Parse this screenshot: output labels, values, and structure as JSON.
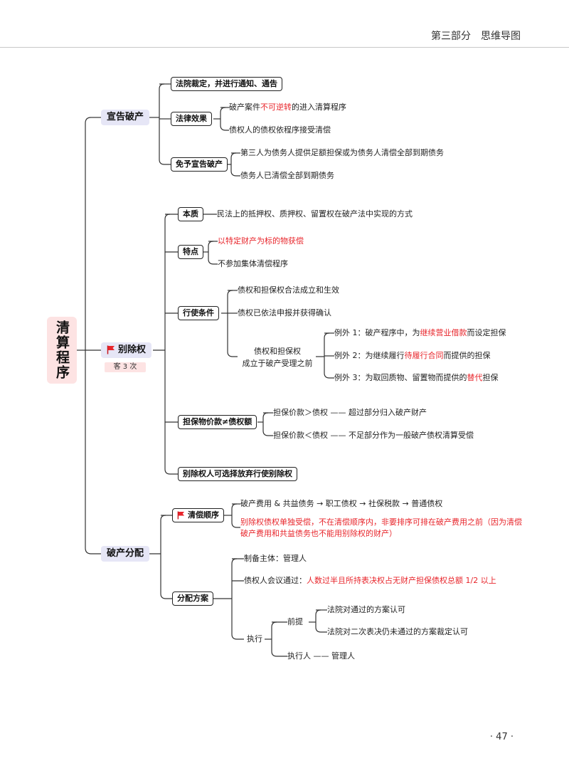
{
  "header": {
    "title": "第三部分　思维导图"
  },
  "page_number": "· 47 ·",
  "root": "清算程序",
  "b1": {
    "label": "宣告破产",
    "n1": "法院裁定，并进行通知、通告",
    "n2": "法律效果",
    "n2a": {
      "pre": "破产案件",
      "red": "不可逆转",
      "post": "的进入清算程序"
    },
    "n2b": "债权人的债权依程序接受清偿",
    "n3": "免予宣告破产",
    "n3a": "第三人为债务人提供足额担保或为债务人清偿全部到期债务",
    "n3b": "债务人已清偿全部到期债务"
  },
  "b2": {
    "label": "别除权",
    "tag": "客 3 次",
    "n1": "本质",
    "n1a": "民法上的抵押权、质押权、留置权在破产法中实现的方式",
    "n2": "特点",
    "n2a": "以特定财产为标的物获偿",
    "n2b": "不参加集体清偿程序",
    "n3": "行使条件",
    "n3a": "债权和担保权合法成立和生效",
    "n3b": "债权已依法申报并获得确认",
    "n3c1": "债权和担保权",
    "n3c2": "成立于破产受理之前",
    "e1": {
      "pre": "例外 1：破产程序中，为",
      "red": "继续营业借款",
      "post": "而设定担保"
    },
    "e2": {
      "pre": "例外 2：为继续履行",
      "red": "待履行合同",
      "post": "而提供的担保"
    },
    "e3": {
      "pre": "例外 3：为取回质物、留置物而提供的",
      "red": "替代",
      "post": "担保"
    },
    "n4": "担保物价款≠债权额",
    "n4a": "担保价款＞债权 —— 超过部分归入破产财产",
    "n4b": "担保价款＜债权 —— 不足部分作为一般破产债权清算受偿",
    "n5": "别除权人可选择放弃行使别除权"
  },
  "b3": {
    "label": "破产分配",
    "n1": "清偿顺序",
    "n1a": "破产费用 & 共益债务 → 职工债权 → 社保税款 → 普通债权",
    "n1b1": "别除权债权单独受偿，不在清偿顺序内，非要排序可排在破产费用之前（因为清偿",
    "n1b2": "破产费用和共益债务也不能用别除权的财产）",
    "n2": "分配方案",
    "n2a": "制备主体：管理人",
    "n2b": {
      "pre": "债权人会议通过：",
      "red": "人数过半且所持表决权占无财产担保债权总额 1/2 以上"
    },
    "n2c": "执行",
    "n2c1": "前提",
    "n2c1a": "法院对通过的方案认可",
    "n2c1b": "法院对二次表决仍未通过的方案裁定认可",
    "n2c2": "执行人 —— 管理人"
  },
  "colors": {
    "accent_red": "#e8252b",
    "root_bg": "#fde3e3",
    "l1_bg": "#e6e6f6"
  }
}
